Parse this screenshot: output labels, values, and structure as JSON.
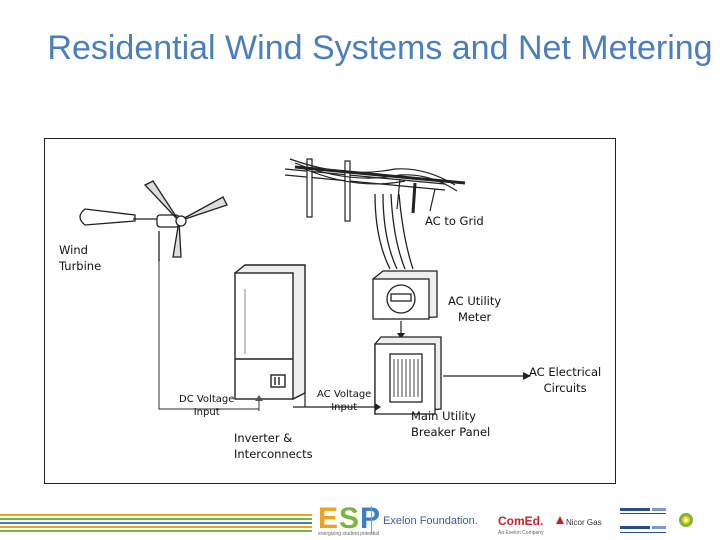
{
  "slide": {
    "title": "Residential Wind Systems and Net Metering"
  },
  "diagram": {
    "labels": {
      "ac_to_grid": "AC to Grid",
      "wind_turbine": "Wind\nTurbine",
      "ac_utility_meter": "AC Utility\nMeter",
      "ac_electrical_circuits": "AC Electrical\nCircuits",
      "dc_voltage_input": "DC Voltage\nInput",
      "ac_voltage_input": "AC Voltage\nInput",
      "main_utility_breaker_panel": "Main Utility\nBreaker Panel",
      "inverter_interconnects": "Inverter &\nInterconnects"
    }
  },
  "footer": {
    "esp_logo": "ESP",
    "esp_tagline": "energizing student potential",
    "exelon": "Exelon Foundation.",
    "comed": "ComEd.",
    "comed_tagline": "An Exelon Company",
    "nicor": "Nicor Gas",
    "colors": {
      "stripe_orange": "#f0a21c",
      "stripe_green": "#79b63c",
      "stripe_blue": "#3a7fc4",
      "title_blue": "#4a7fbf"
    }
  }
}
